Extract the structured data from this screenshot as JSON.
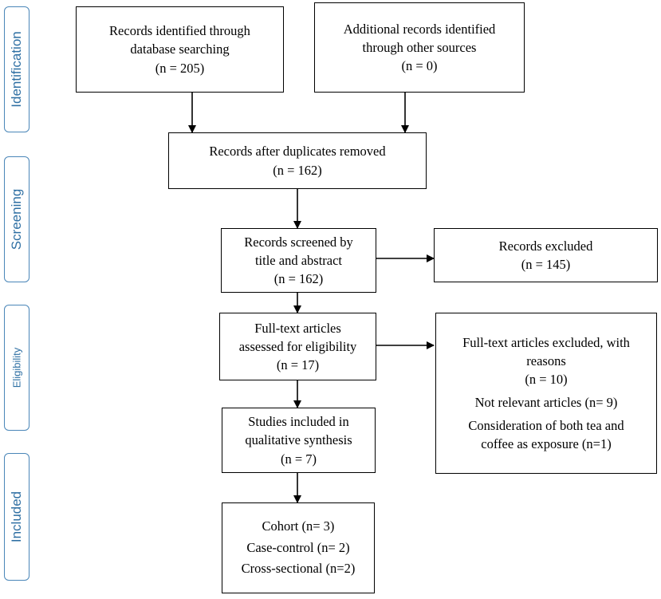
{
  "phases": {
    "identification": "Identification",
    "screening": "Screening",
    "eligibility": "Eligibility",
    "included": "Included"
  },
  "boxes": {
    "db_search": {
      "line1": "Records identified through",
      "line2": "database searching",
      "count": "(n = 205)"
    },
    "other_sources": {
      "line1": "Additional records identified",
      "line2": "through other sources",
      "count": "(n = 0)"
    },
    "duplicates_removed": {
      "line1": "Records after duplicates removed",
      "count": "(n = 162)"
    },
    "screened": {
      "line1": "Records screened by",
      "line2": "title and abstract",
      "count": "(n = 162)"
    },
    "excluded": {
      "line1": "Records excluded",
      "count": "(n = 145)"
    },
    "fulltext": {
      "line1": "Full-text articles",
      "line2": "assessed for eligibility",
      "count": "(n = 17)"
    },
    "fulltext_excluded": {
      "line1": "Full-text articles excluded, with",
      "line2": "reasons",
      "count": "(n = 10)",
      "reason1": "Not relevant articles (n= 9)",
      "reason2_line1": "Consideration of both tea and",
      "reason2_line2": "coffee as exposure (n=1)"
    },
    "qualitative": {
      "line1": "Studies included in",
      "line2": "qualitative synthesis",
      "count": "(n = 7)"
    },
    "designs": {
      "cohort": "Cohort (n= 3)",
      "case_control": "Case-control (n= 2)",
      "cross_sectional": "Cross-sectional (n=2)"
    }
  }
}
